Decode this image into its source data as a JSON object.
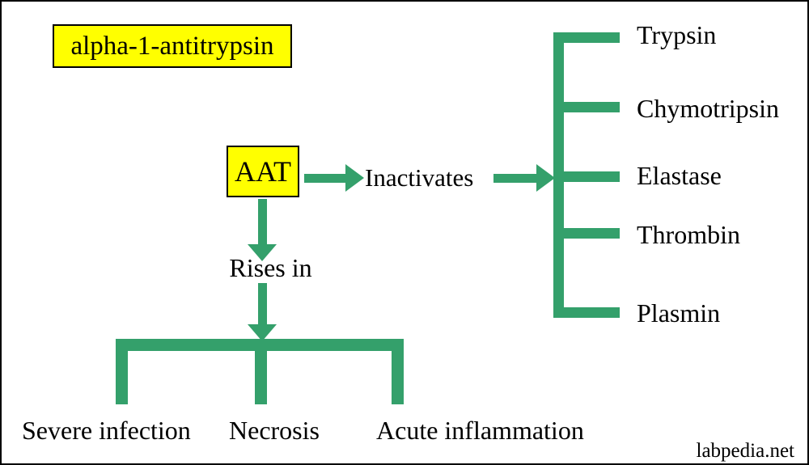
{
  "title": "alpha-1-antitrypsin",
  "flow": {
    "source": "AAT",
    "action": "Inactivates",
    "down_label": "Rises in"
  },
  "targets": [
    "Trypsin",
    "Chymotripsin",
    "Elastase",
    "Thrombin",
    "Plasmin"
  ],
  "conditions": [
    "Severe infection",
    "Necrosis",
    "Acute inflammation"
  ],
  "watermark": "labpedia.net",
  "colors": {
    "arrow_green": "#34a06b",
    "box_yellow": "#ffff00",
    "text": "#000000",
    "border": "#000000",
    "background": "#ffffff"
  }
}
